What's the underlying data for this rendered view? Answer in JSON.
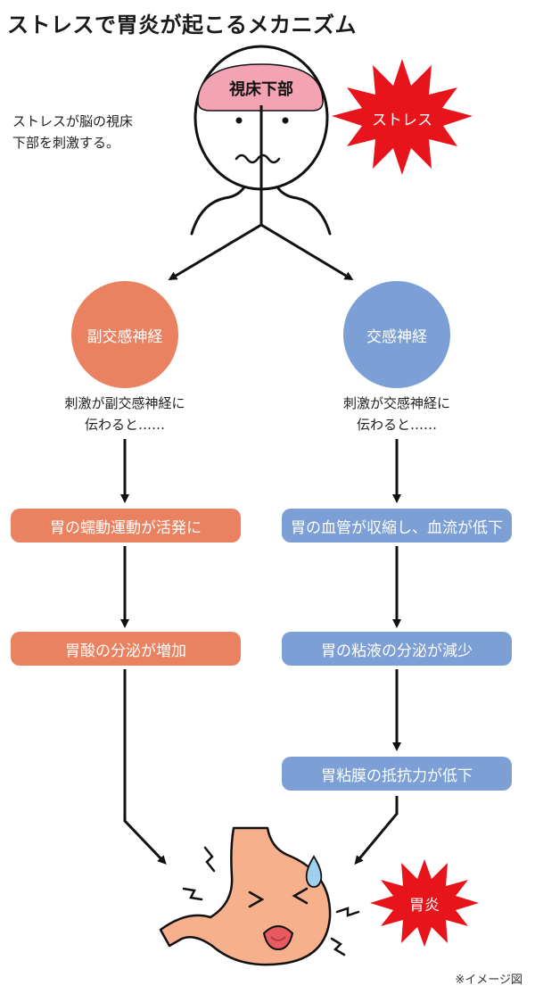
{
  "title": "ストレスで胃炎が起こるメカニズム",
  "head": {
    "brain_label": "視床下部",
    "caption_line1": "ストレスが脳の視床",
    "caption_line2": "下部を刺激する。",
    "burst_label": "ストレス"
  },
  "left": {
    "circle_label": "副交感神経",
    "desc_line1": "刺激が副交感神経に",
    "desc_line2": "伝わると……",
    "steps": [
      "胃の蠕動運動が活発に",
      "胃酸の分泌が増加"
    ]
  },
  "right": {
    "circle_label": "交感神経",
    "desc_line1": "刺激が交感神経に",
    "desc_line2": "伝わると……",
    "steps": [
      "胃の血管が収縮し、血流が低下",
      "胃の粘液の分泌が減少",
      "胃粘膜の抵抗力が低下"
    ]
  },
  "result_burst_label": "胃炎",
  "footnote": "※イメージ図",
  "colors": {
    "orange": "#ea8160",
    "blue": "#7c9fd6",
    "burst_red": "#e8141b",
    "brain_pink": "#f4a3b5",
    "stomach_orange": "#f6b08b"
  }
}
